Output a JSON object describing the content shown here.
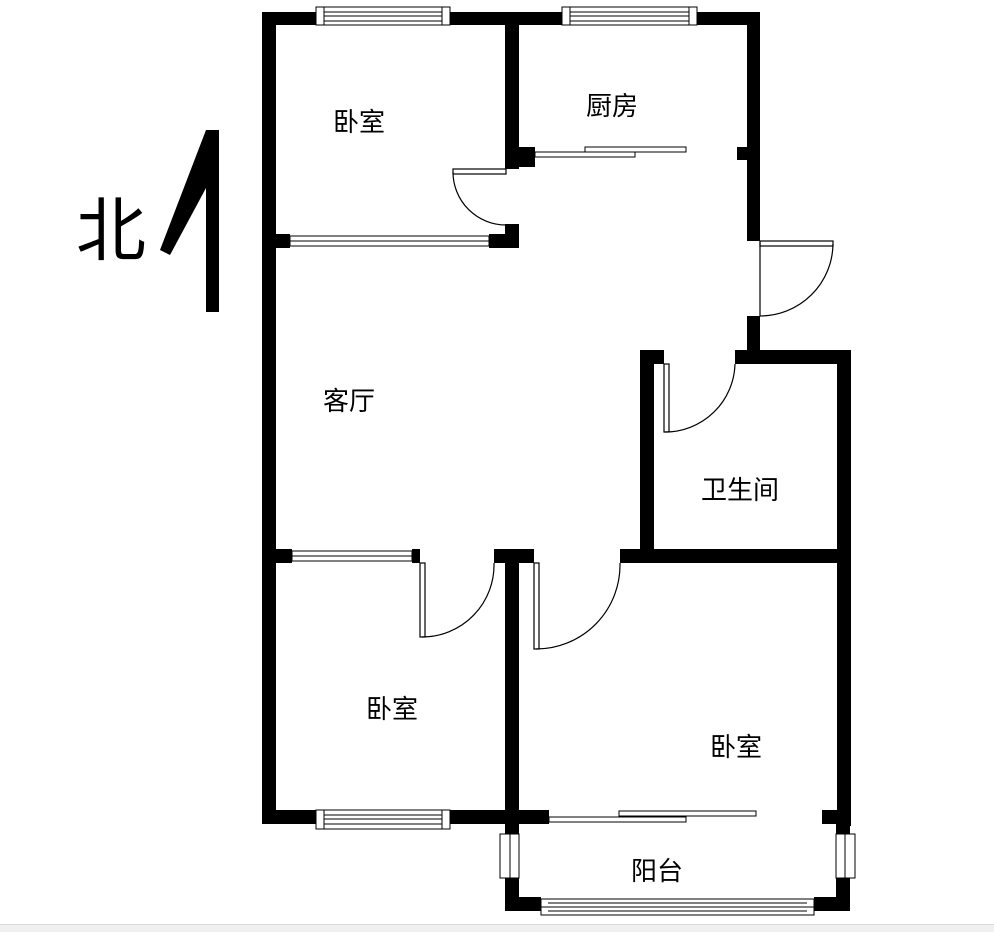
{
  "compass": {
    "label": "北",
    "icon": "north-arrow-icon"
  },
  "rooms": {
    "bedroom_north": "卧室",
    "kitchen": "厨房",
    "living_room": "客厅",
    "bathroom": "卫生间",
    "bedroom_southwest": "卧室",
    "bedroom_southeast": "卧室",
    "balcony": "阳台"
  },
  "colors": {
    "wall": "#000000",
    "background": "#ffffff",
    "line": "#000000"
  }
}
